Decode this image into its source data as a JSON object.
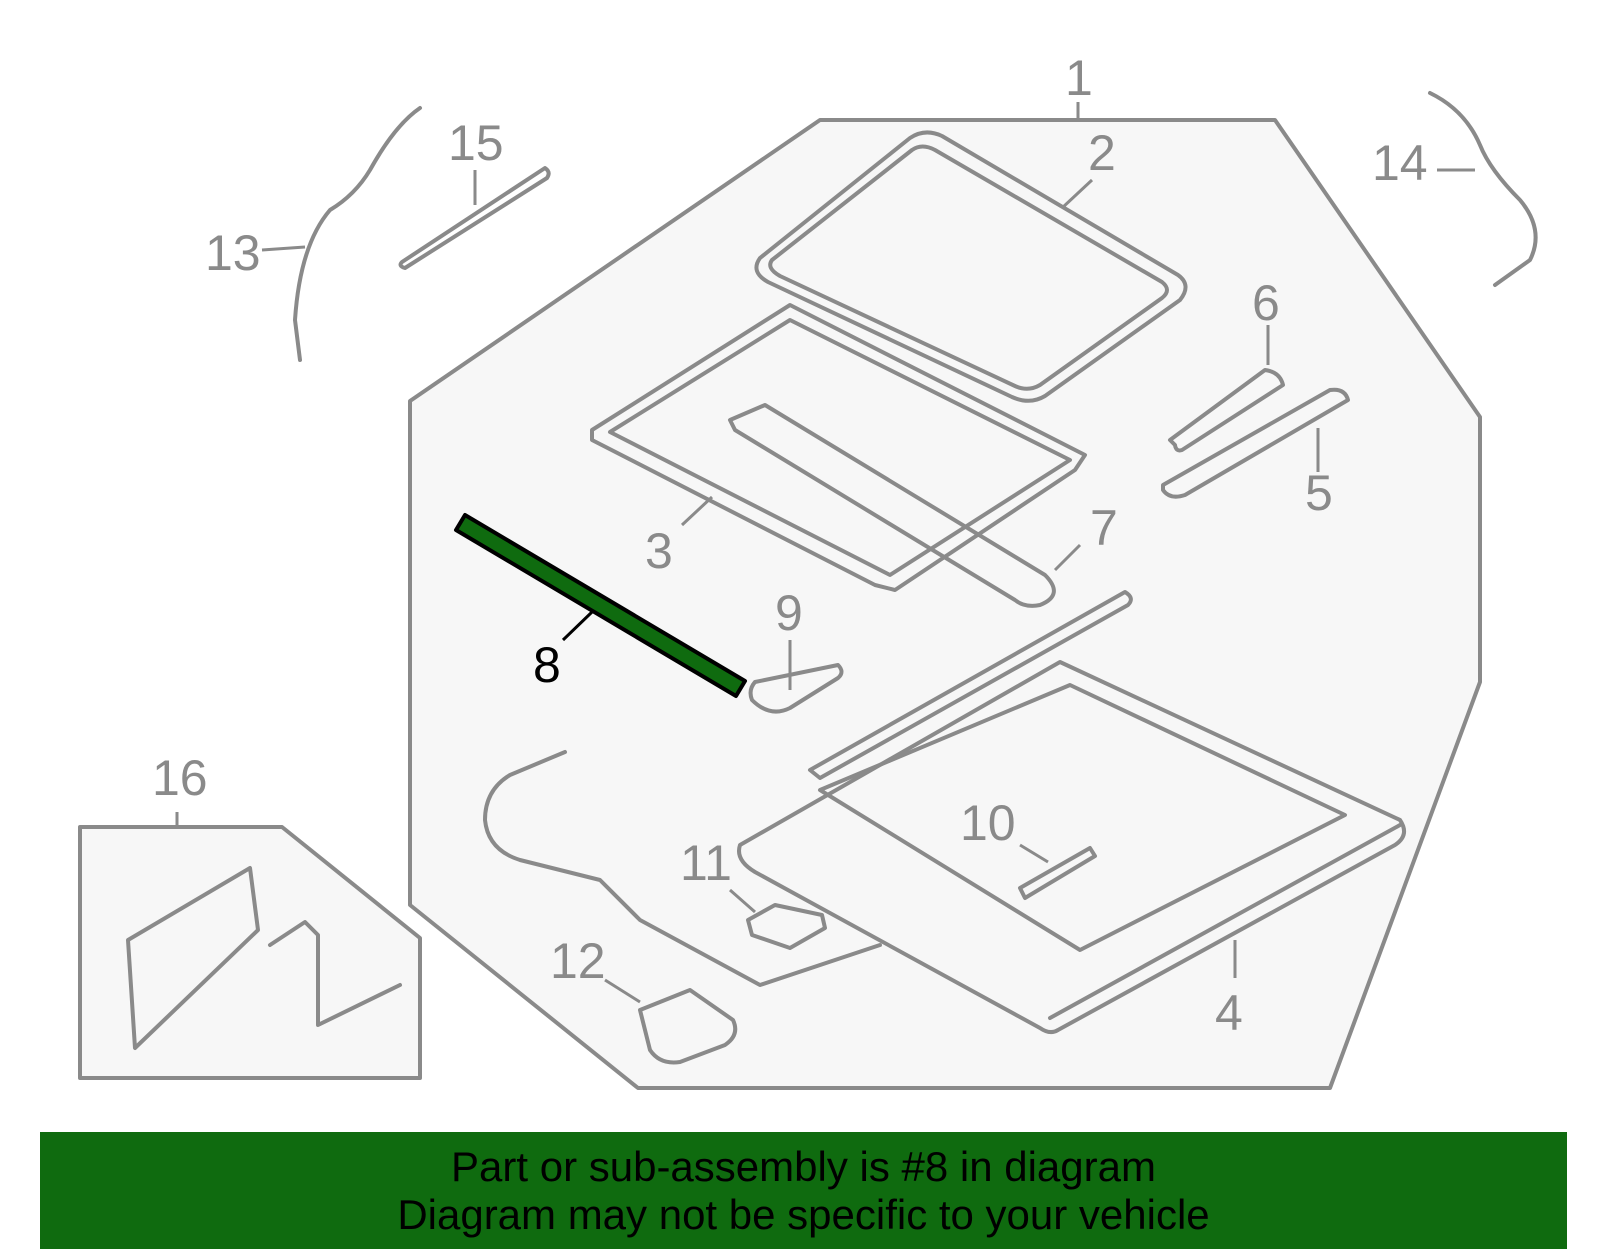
{
  "diagram": {
    "callouts": [
      "1",
      "2",
      "3",
      "4",
      "5",
      "6",
      "7",
      "8",
      "9",
      "10",
      "11",
      "12",
      "13",
      "14",
      "15",
      "16"
    ],
    "highlighted": "8"
  },
  "banner": {
    "line1": "Part or sub-assembly is #8 in diagram",
    "line2": "Diagram may not be specific to your vehicle"
  },
  "colors": {
    "highlight": "#0f6b0f",
    "line": "#8a8a8a",
    "panel": "#f7f7f7"
  }
}
